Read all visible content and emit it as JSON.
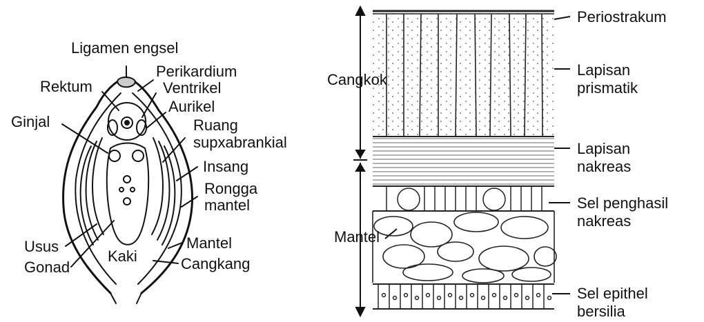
{
  "left_diagram": {
    "labels": {
      "ligamen_engsel": "Ligamen engsel",
      "perikardium": "Perikardium",
      "rektum": "Rektum",
      "ventrikel": "Ventrikel",
      "aurikel": "Aurikel",
      "ginjal": "Ginjal",
      "ruang": "Ruang",
      "supxabrankial": "supxabrankial",
      "insang": "Insang",
      "rongga": "Rongga",
      "mantel_rongga": "mantel",
      "usus": "Usus",
      "gonad": "Gonad",
      "kaki": "Kaki",
      "mantel": "Mantel",
      "cangkang": "Cangkang"
    }
  },
  "right_diagram": {
    "labels": {
      "periostrakum": "Periostrakum",
      "cangkok": "Cangkok",
      "lapisan_1": "Lapisan",
      "prismatik": "prismatik",
      "lapisan_2": "Lapisan",
      "nakreas": "nakreas",
      "sel_penghasil": "Sel penghasil",
      "nakreas_2": "nakreas",
      "mantel": "Mantel",
      "sel_epithel": "Sel epithel",
      "bersilia": "bersilia"
    }
  }
}
